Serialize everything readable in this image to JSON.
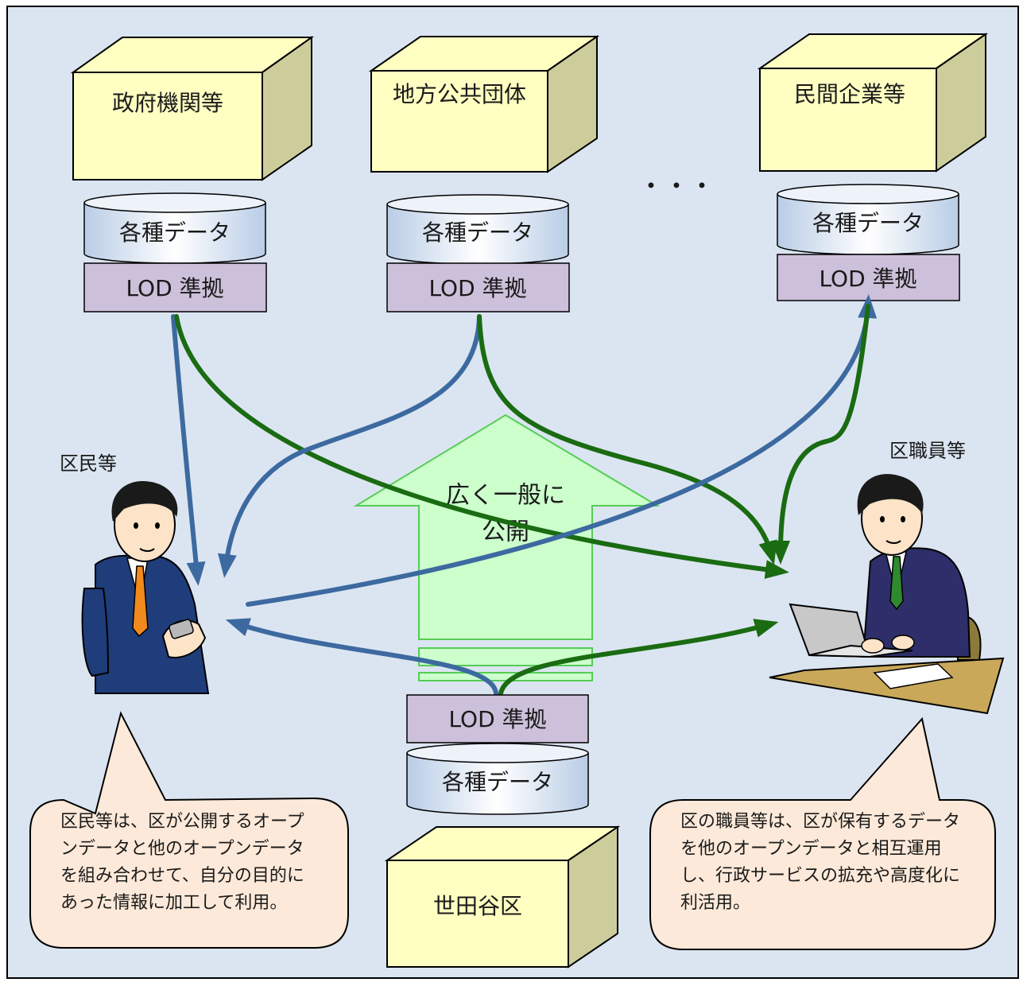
{
  "organizations": {
    "government": "政府機関等",
    "local_gov": "地方公共団体",
    "private": "民間企業等",
    "setagaya": "世田谷区"
  },
  "database_label": "各種データ",
  "lod_label": "LOD 準拠",
  "ellipsis": "・・・",
  "arrow_label": {
    "line1": "広く一般に",
    "line2": "公開"
  },
  "people": {
    "residents": "区民等",
    "staff": "区職員等"
  },
  "callouts": {
    "residents": [
      "区民等は、区が公開するオープ",
      "ンデータと他のオープンデータ",
      "を組み合わせて、自分の目的に",
      "あった情報に加工して利用。"
    ],
    "staff": [
      "区の職員等は、区が保有するデータ",
      "を他のオープンデータと相互運用",
      "し、行政サービスの拡充や高度化に",
      "利活用。"
    ]
  },
  "colors": {
    "background": "#dbe5f1",
    "box_front": "#ffffc2",
    "box_side": "#cdcd9c",
    "lod_fill": "#ccc0da",
    "db_fill": "#dce6f2",
    "arrow_blue": "#3c6aa0",
    "arrow_green": "#1a6b12",
    "up_arrow_fill": "#ccffcc",
    "up_arrow_stroke": "#55cc55",
    "callout_fill": "#fce9d9"
  }
}
